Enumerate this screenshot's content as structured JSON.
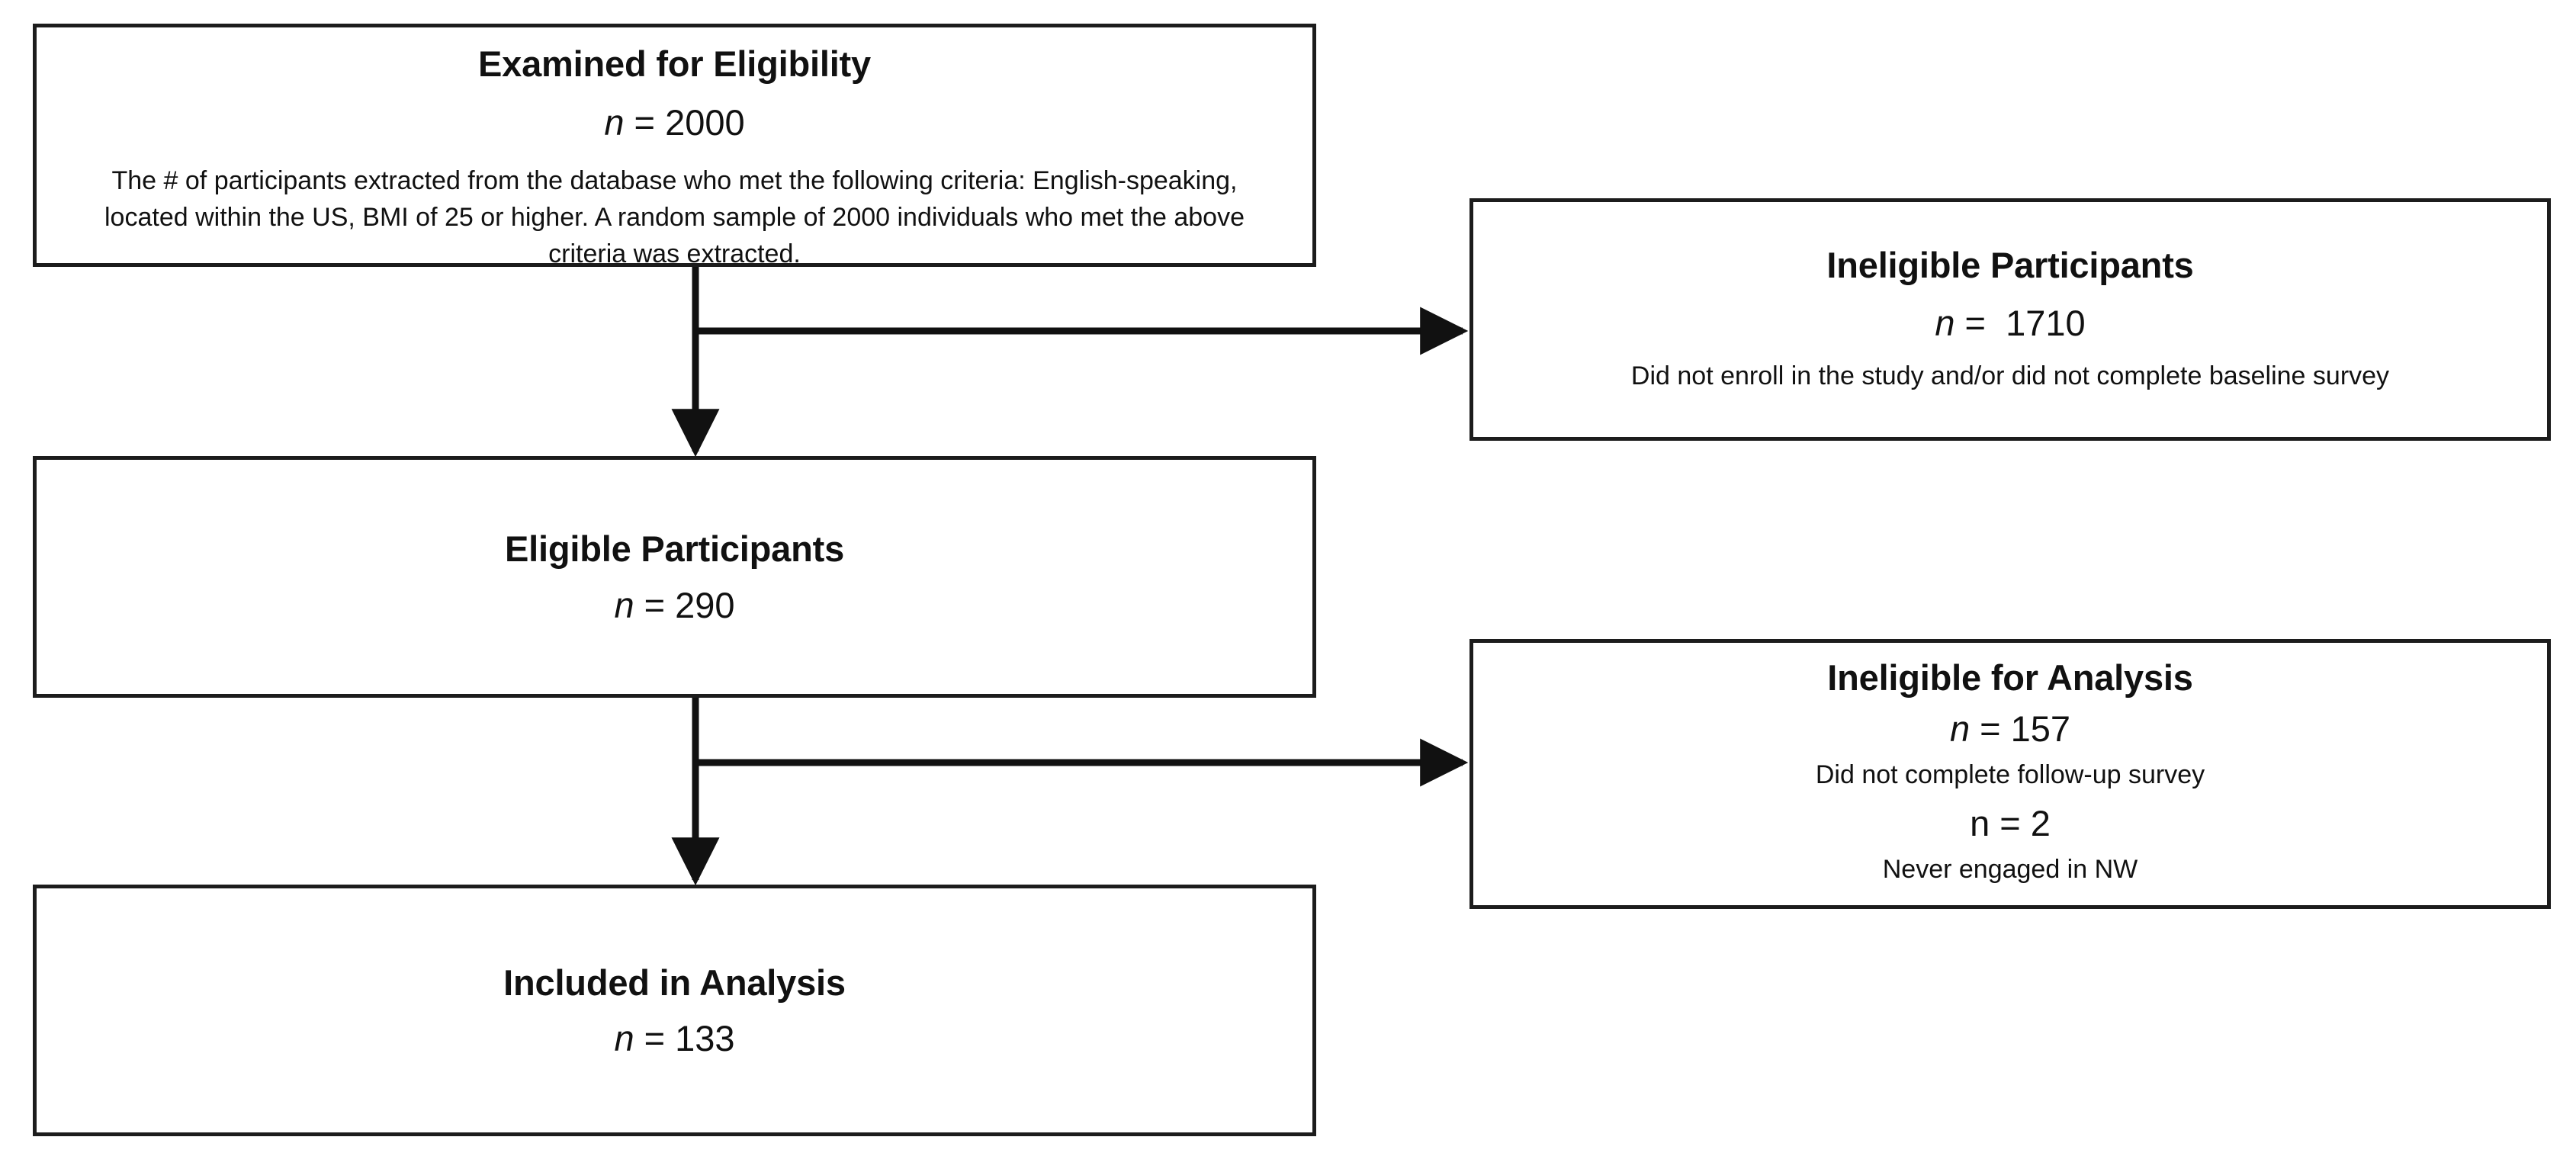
{
  "diagram": {
    "title": "Participant Flow Diagram",
    "type": "consort-flow-chart",
    "line_color": "#1c1c1c",
    "background_color": "#ffffff",
    "text_color": "#111111"
  },
  "boxes": {
    "examined": {
      "title": "Examined for Eligibility",
      "n_label": "n",
      "n_value": " = 2000",
      "description": "The # of participants extracted from the database who met the following criteria: English-speaking, located within the US, BMI of 25 or higher. A random sample of 2000 individuals who met the above criteria was extracted."
    },
    "ineligible_participants": {
      "title": "Ineligible Participants",
      "n_label": "n",
      "n_value": " =  1710",
      "description": "Did not enroll in the study and/or did not complete baseline survey"
    },
    "eligible": {
      "title": "Eligible Participants",
      "n_label": "n",
      "n_value": " = 290"
    },
    "ineligible_analysis": {
      "title": "Ineligible for Analysis",
      "n_label": "n",
      "n_value": " = 157",
      "reason_1": "Did not complete follow-up survey",
      "n_label_2": "n",
      "n_value_2": " = 2",
      "reason_2": "Never engaged in NW"
    },
    "included": {
      "title": "Included in Analysis",
      "n_label": "n",
      "n_value": " = 133"
    }
  },
  "connectors": [
    {
      "name": "examined-to-eligible",
      "kind": "vertical-arrow-down"
    },
    {
      "name": "examined-to-ineligible-participants",
      "kind": "horizontal-arrow-right"
    },
    {
      "name": "eligible-to-included",
      "kind": "vertical-arrow-down"
    },
    {
      "name": "eligible-to-ineligible-analysis",
      "kind": "horizontal-arrow-right"
    }
  ]
}
